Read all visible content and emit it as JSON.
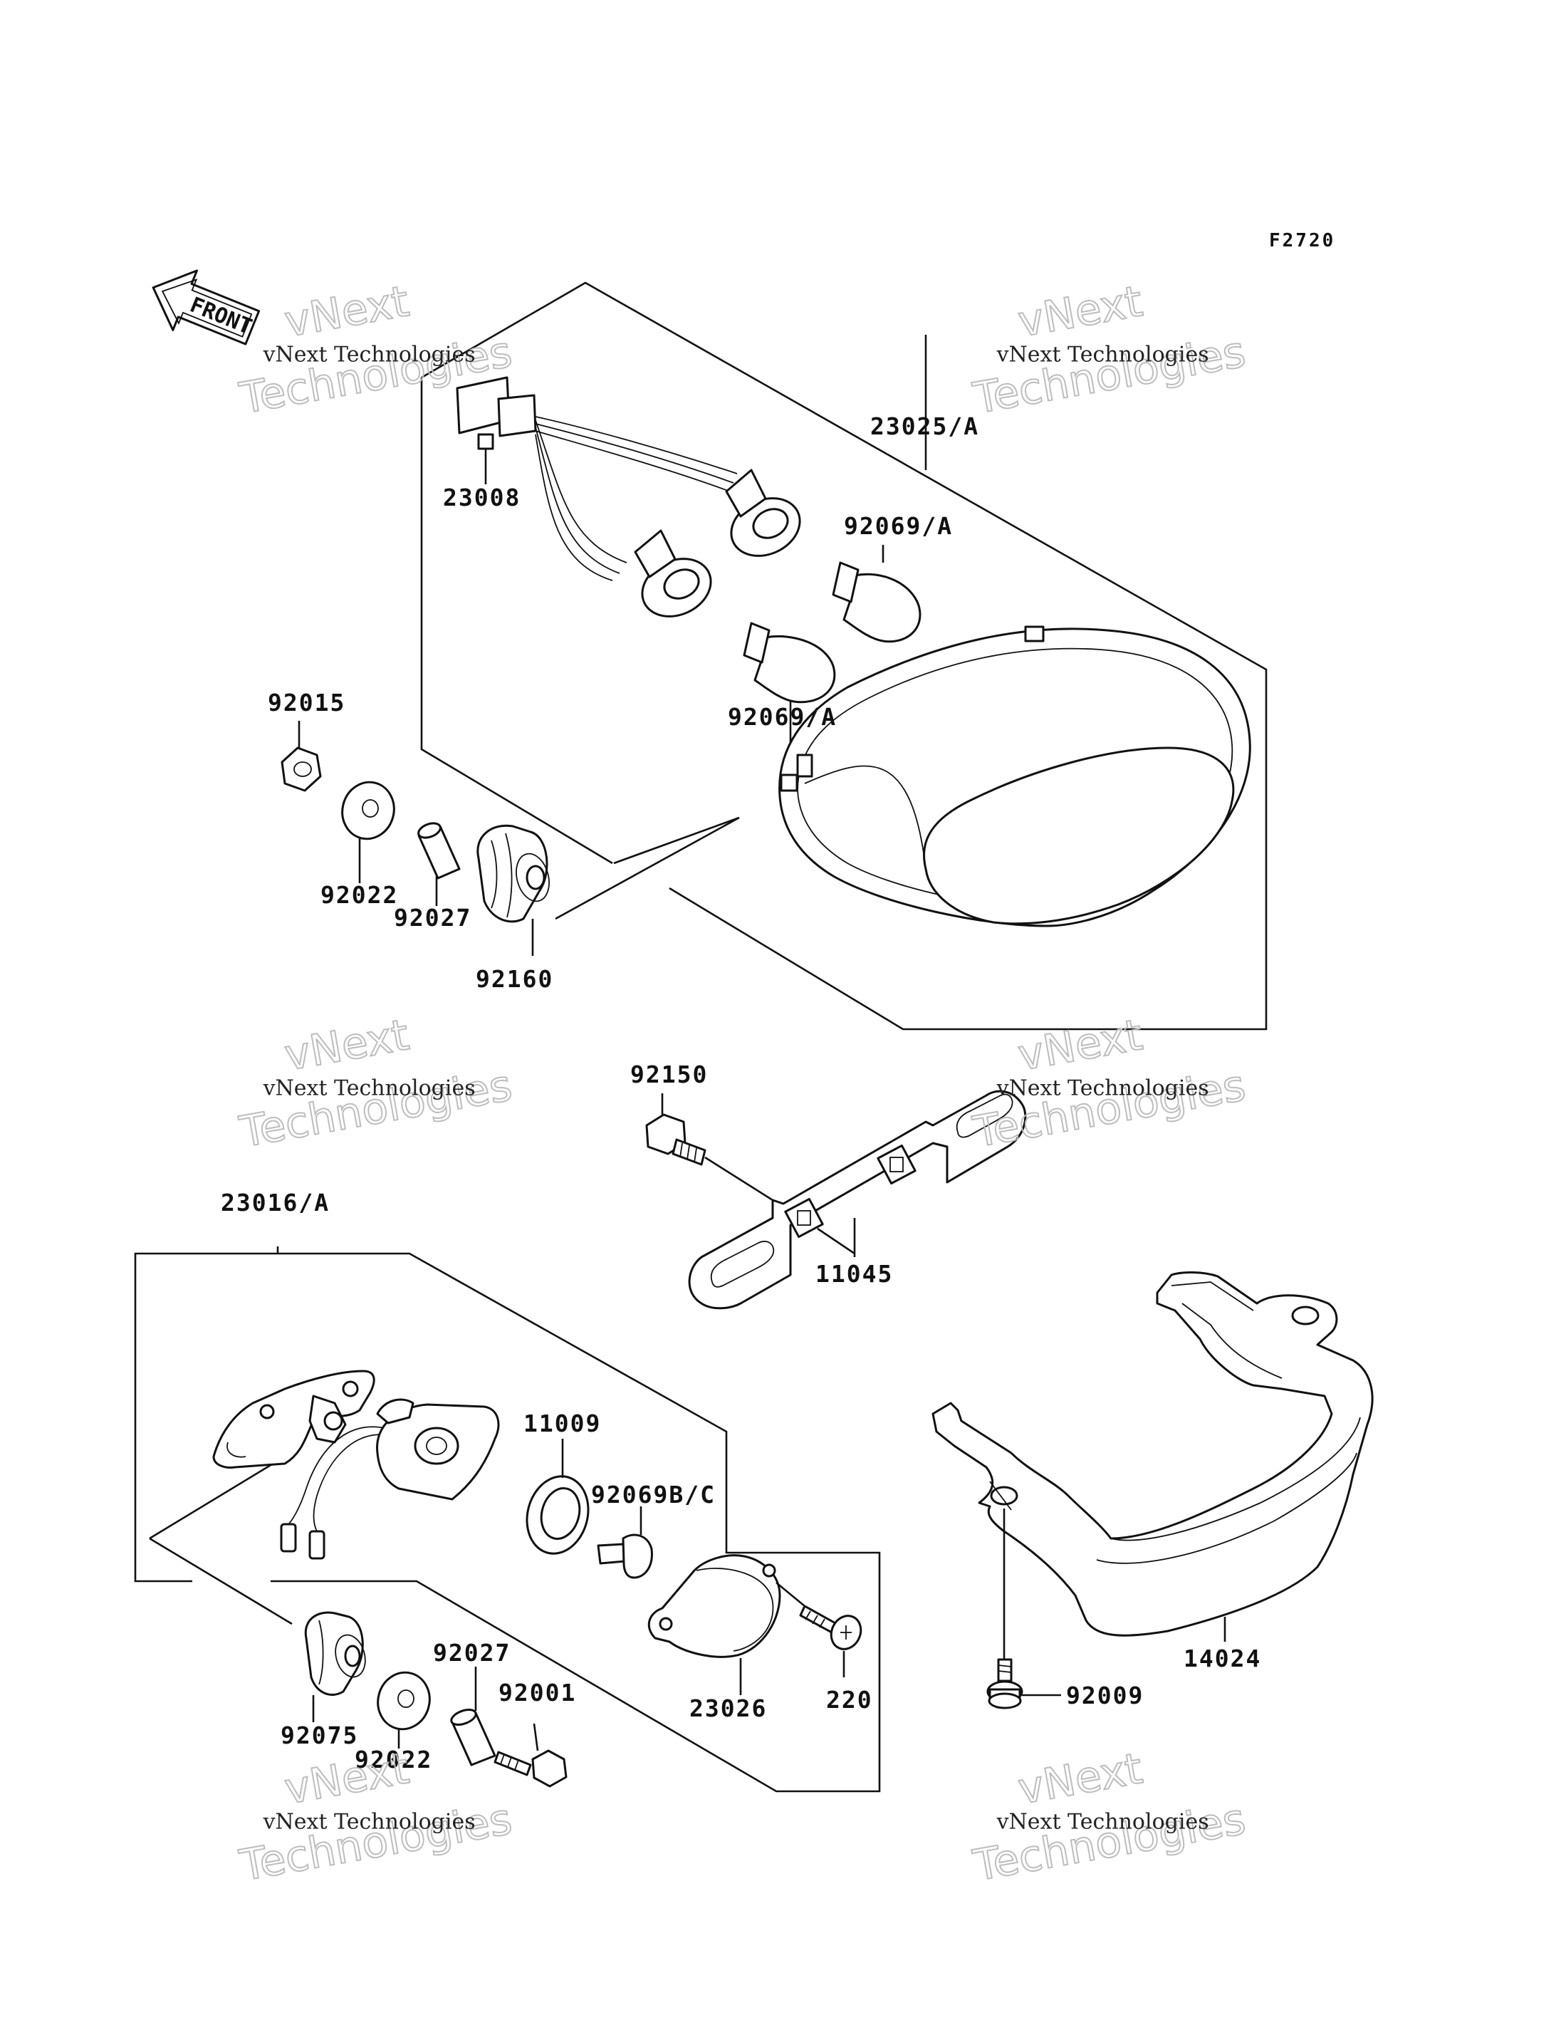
{
  "figure_code": "F2720",
  "front_label": "FRONT",
  "icons": {
    "direction": "front-arrow-icon"
  },
  "watermark": {
    "line1": "vNext",
    "line2": "Technologies",
    "small": "vNext Technologies"
  },
  "part_numbers": {
    "p23025A": "23025/A",
    "p23008": "23008",
    "p92069A_1": "92069/A",
    "p92069A_2": "92069/A",
    "p92015": "92015",
    "p92022_1": "92022",
    "p92027_1": "92027",
    "p92160": "92160",
    "p92150": "92150",
    "p11045": "11045",
    "p23016A": "23016/A",
    "p11009": "11009",
    "p92069BC": "92069B/C",
    "p220": "220",
    "p23026": "23026",
    "p92075": "92075",
    "p92022_2": "92022",
    "p92027_2": "92027",
    "p92001": "92001",
    "p14024": "14024",
    "p92009": "92009"
  }
}
